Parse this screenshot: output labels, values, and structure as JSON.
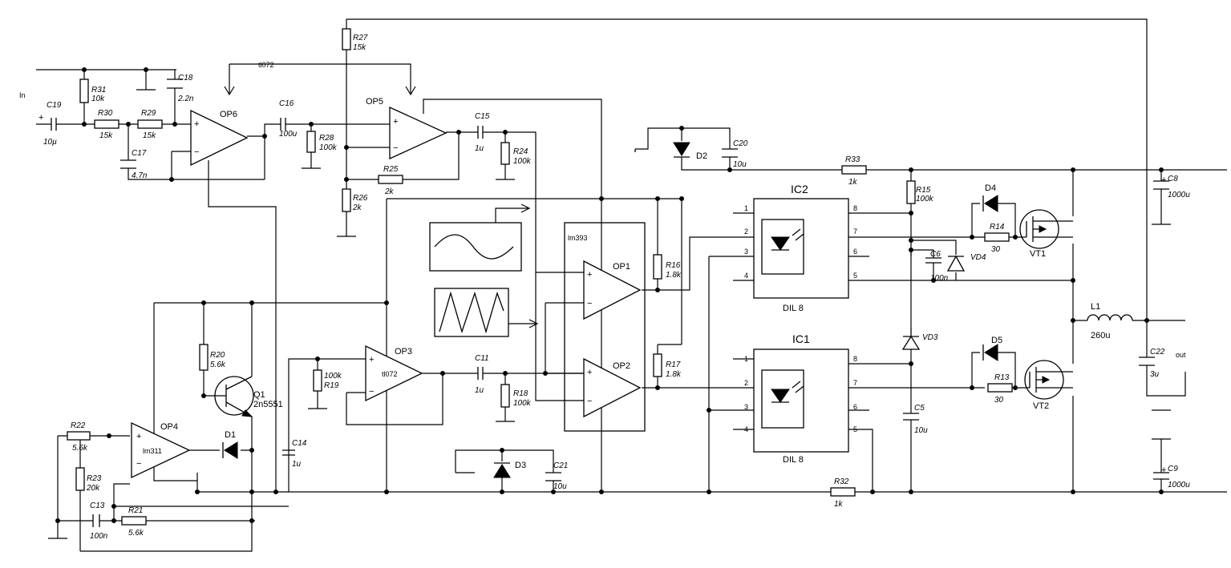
{
  "io": {
    "input": "In",
    "output": "out"
  },
  "chip_labels": {
    "tl072_top": "tl072",
    "lm393": "lm393"
  },
  "opamps": {
    "op6": "OP6",
    "op5": "OP5",
    "op3": "OP3",
    "op3_part": "tl072",
    "op4": "OP4",
    "op4_part": "lm311",
    "op1": "OP1",
    "op2": "OP2"
  },
  "optocouplers": {
    "ic1": "IC1",
    "ic2": "IC2",
    "package": "DIL 8",
    "pins": [
      "1",
      "2",
      "3",
      "4",
      "5",
      "6",
      "7",
      "8"
    ]
  },
  "signs": {
    "plus": "+",
    "minus": "−"
  },
  "resistors": {
    "r31": {
      "name": "R31",
      "value": "10k"
    },
    "r30": {
      "name": "R30",
      "value": "15k"
    },
    "r29": {
      "name": "R29",
      "value": "15k"
    },
    "r27": {
      "name": "R27",
      "value": "15k"
    },
    "r28": {
      "name": "R28",
      "value": "100k"
    },
    "r25": {
      "name": "R25",
      "value": "2k"
    },
    "r26": {
      "name": "R26",
      "value": "2k"
    },
    "r24": {
      "name": "R24",
      "value": "100k"
    },
    "r16": {
      "name": "R16",
      "value": "1.8k"
    },
    "r17": {
      "name": "R17",
      "value": "1.8k"
    },
    "r18": {
      "name": "R18",
      "value": "100k"
    },
    "r19": {
      "name": "R19",
      "value": "100k"
    },
    "r20": {
      "name": "R20",
      "value": "5.6k"
    },
    "r22": {
      "name": "R22",
      "value": "5.6k"
    },
    "r23": {
      "name": "R23",
      "value": "20k"
    },
    "r21": {
      "name": "R21",
      "value": "5.6k"
    },
    "r33": {
      "name": "R33",
      "value": "1k"
    },
    "r32": {
      "name": "R32",
      "value": "1k"
    },
    "r15": {
      "name": "R15",
      "value": "100k"
    },
    "r14": {
      "name": "R14",
      "value": "30"
    },
    "r13": {
      "name": "R13",
      "value": "30"
    }
  },
  "capacitors": {
    "c19": {
      "name": "C19",
      "value": "10µ"
    },
    "c18": {
      "name": "C18",
      "value": "2.2n"
    },
    "c17": {
      "name": "C17",
      "value": "4.7n"
    },
    "c16": {
      "name": "C16",
      "value": "100u"
    },
    "c15": {
      "name": "C15",
      "value": "1u"
    },
    "c11": {
      "name": "C11",
      "value": "1u"
    },
    "c14": {
      "name": "C14",
      "value": "1u"
    },
    "c13": {
      "name": "C13",
      "value": "100n"
    },
    "c20": {
      "name": "C20",
      "value": "10u"
    },
    "c21": {
      "name": "C21",
      "value": "10u"
    },
    "c6": {
      "name": "C6",
      "value": "100n"
    },
    "c5": {
      "name": "C5",
      "value": "10u"
    },
    "c8": {
      "name": "C8",
      "value": "1000u"
    },
    "c9": {
      "name": "C9",
      "value": "1000u"
    },
    "c22": {
      "name": "C22",
      "value": "3u"
    }
  },
  "semis": {
    "d1": "D1",
    "d2": "D2",
    "d3": "D3",
    "d4": "D4",
    "d5": "D5",
    "vd3": "VD3",
    "vd4": "VD4",
    "vt1": "VT1",
    "vt2": "VT2",
    "q1": {
      "name": "Q1",
      "part": "2n5551"
    }
  },
  "inductor": {
    "name": "L1",
    "value": "260u"
  }
}
